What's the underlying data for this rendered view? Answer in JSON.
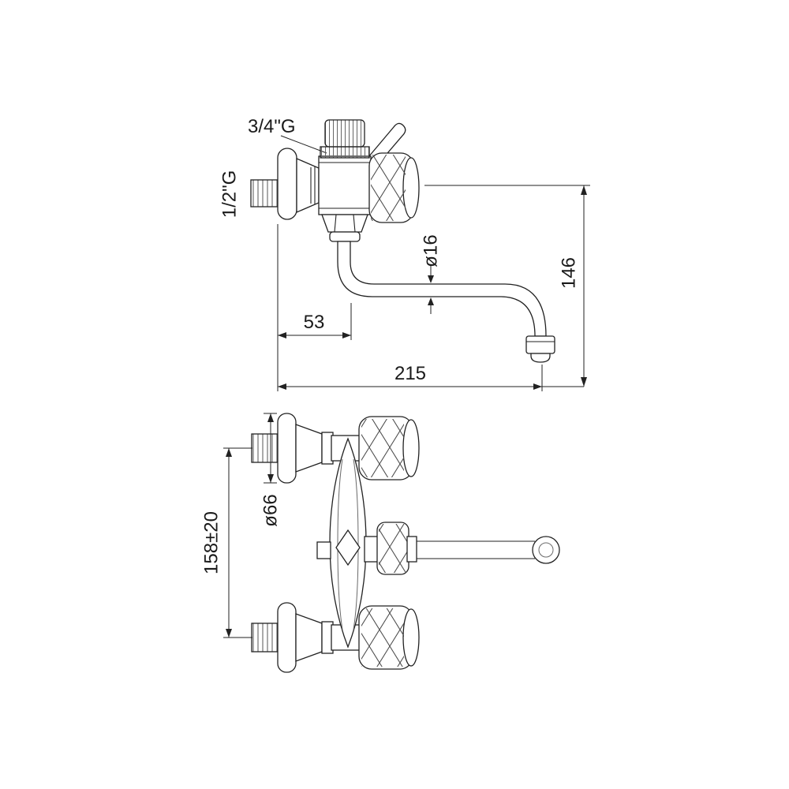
{
  "drawing": {
    "labels": {
      "top_thread": "3/4\"G",
      "inlet_thread": "1/2\"G",
      "spout_tube_diameter": "ø16",
      "spout_height": "146",
      "wall_to_axis": "53",
      "spout_reach": "215",
      "rosette_diameter": "ø66",
      "inlet_centers_distance": "158±20"
    },
    "colors": {
      "line": "#222222",
      "detail": "#6a6a6a",
      "background": "#ffffff"
    }
  }
}
